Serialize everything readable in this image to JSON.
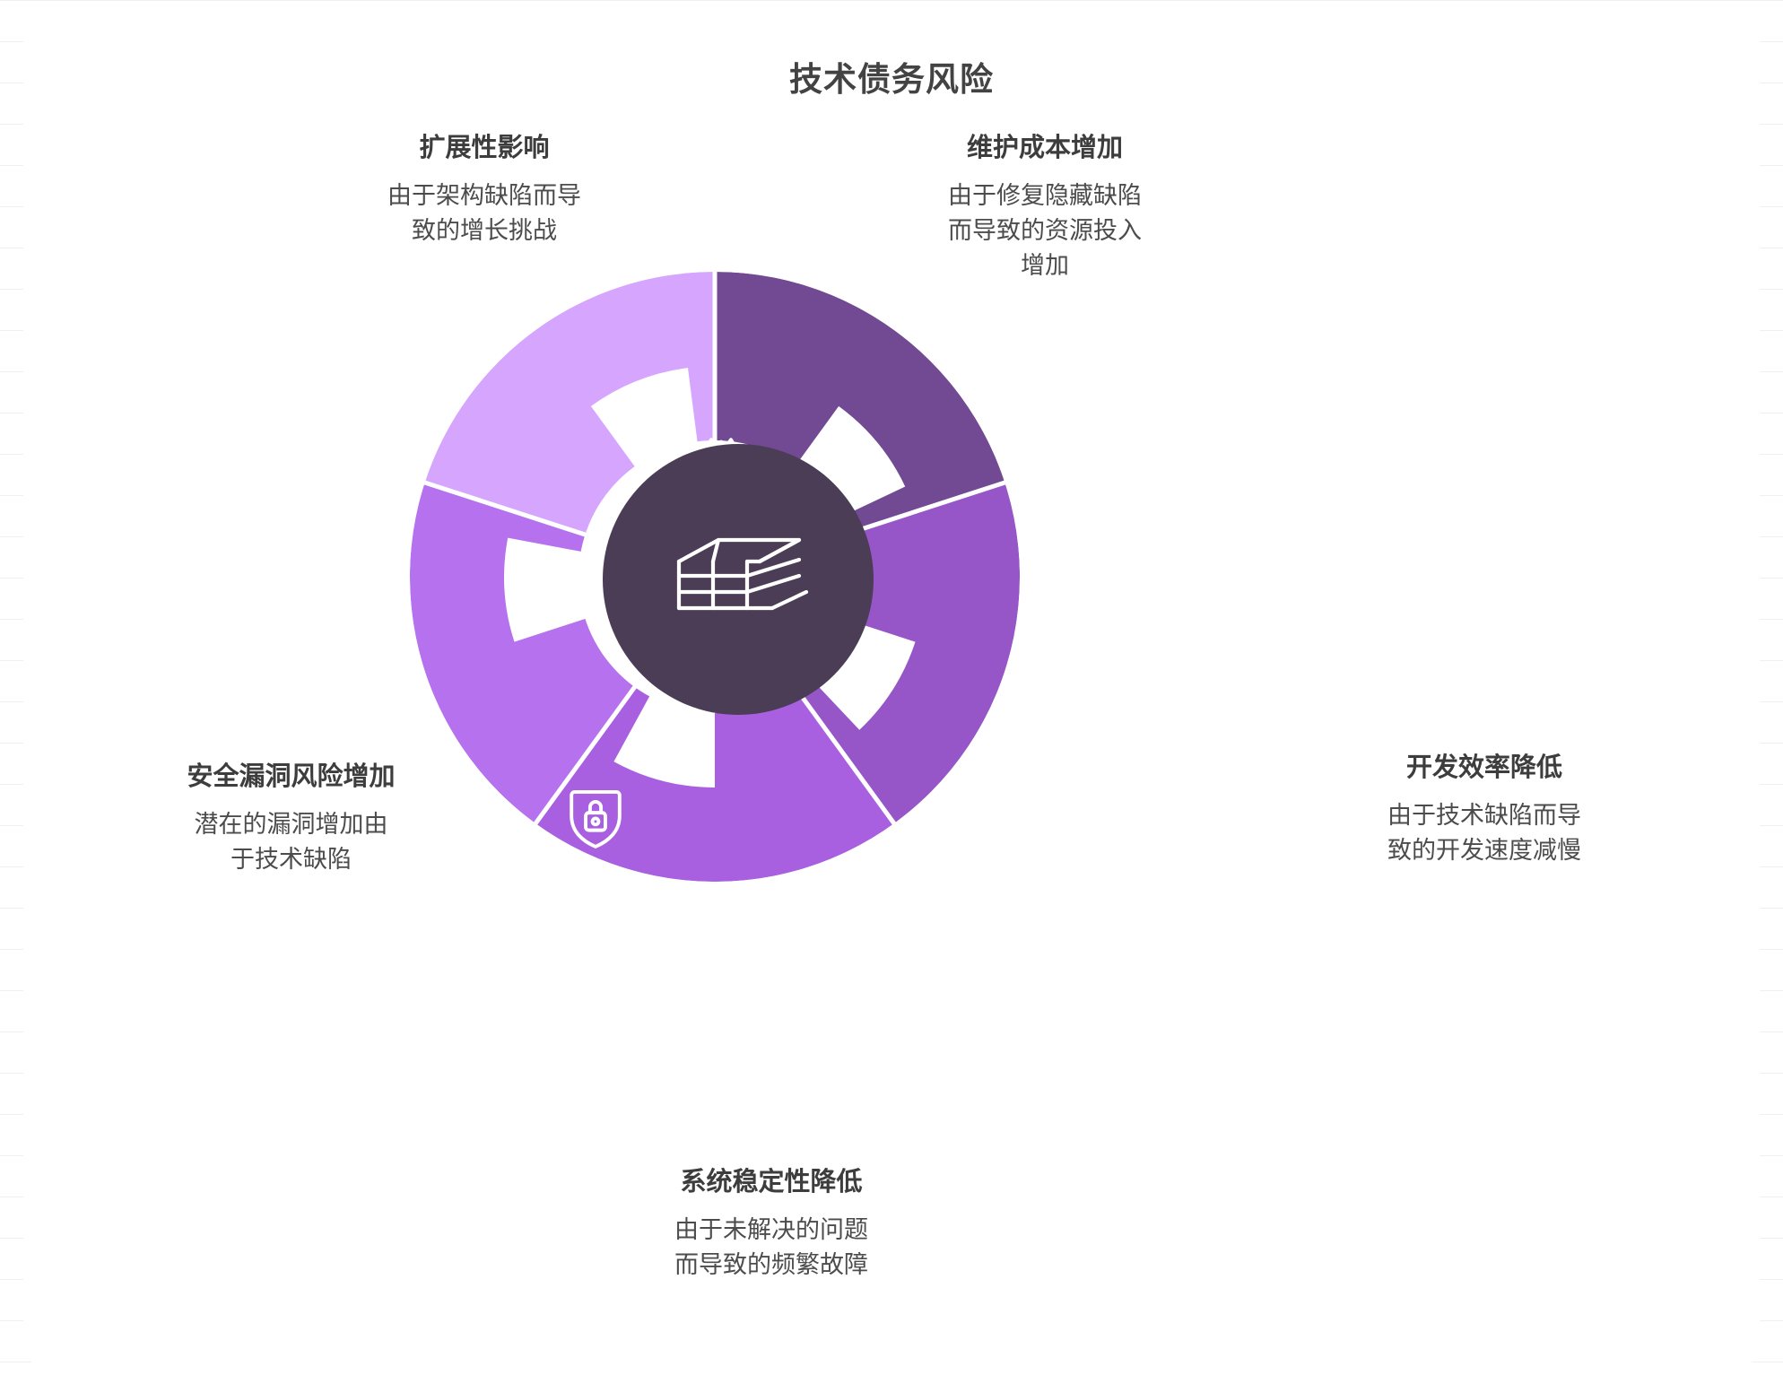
{
  "header": {
    "title": "技术债务风险"
  },
  "center": {
    "icon": "layered-stack-icon"
  },
  "colors": {
    "hub": "#4B3D56",
    "title_text": "#434343",
    "body_text": "#4c4c4c",
    "segment_scalability": "#D6A5FD",
    "segment_maintenance": "#714A93",
    "segment_velocity": "#9656C8",
    "segment_stability": "#A960E0",
    "segment_security": "#B571EE",
    "page_background": "#FFFFFF"
  },
  "segments": [
    {
      "id": "scalability",
      "title": "扩展性影响",
      "description": "由于架构缺陷而导致的增长挑战",
      "description_lines": [
        "由于架构缺陷而导",
        "致的增长挑战"
      ],
      "icon": "potted-plant-icon",
      "color": "#D6A5FD",
      "position": "top-left"
    },
    {
      "id": "maintenance",
      "title": "维护成本增加",
      "description": "由于修复隐藏缺陷而导致的资源投入增加",
      "description_lines": [
        "由于修复隐藏缺陷",
        "而导致的资源投入",
        "增加"
      ],
      "icon": "house-wrench-icon",
      "color": "#714A93",
      "position": "top-right"
    },
    {
      "id": "velocity",
      "title": "开发效率降低",
      "description": "由于技术缺陷而导致的开发速度减慢",
      "description_lines": [
        "由于技术缺陷而导",
        "致的开发速度减慢"
      ],
      "icon": "laptop-gear-icon",
      "color": "#9656C8",
      "position": "right"
    },
    {
      "id": "stability",
      "title": "系统稳定性降低",
      "description": "由于未解决的问题而导致的频繁故障",
      "description_lines": [
        "由于未解决的问题",
        "而导致的频繁故障"
      ],
      "icon": "falling-person-icon",
      "color": "#A960E0",
      "position": "bottom"
    },
    {
      "id": "security",
      "title": "安全漏洞风险增加",
      "description": "潜在的漏洞增加由于技术缺陷",
      "description_lines": [
        "潜在的漏洞增加由",
        "于技术缺陷"
      ],
      "icon": "shield-lock-icon",
      "color": "#B571EE",
      "position": "left"
    }
  ],
  "chart_data": {
    "type": "pie",
    "title": "技术债务风险",
    "categories": [
      "维护成本增加",
      "开发效率降低",
      "系统稳定性降低",
      "安全漏洞风险增加",
      "扩展性影响"
    ],
    "values": [
      20,
      20,
      20,
      20,
      20
    ],
    "colors": [
      "#714A93",
      "#9656C8",
      "#A960E0",
      "#B571EE",
      "#D6A5FD"
    ],
    "legend": "none",
    "grid": false
  }
}
